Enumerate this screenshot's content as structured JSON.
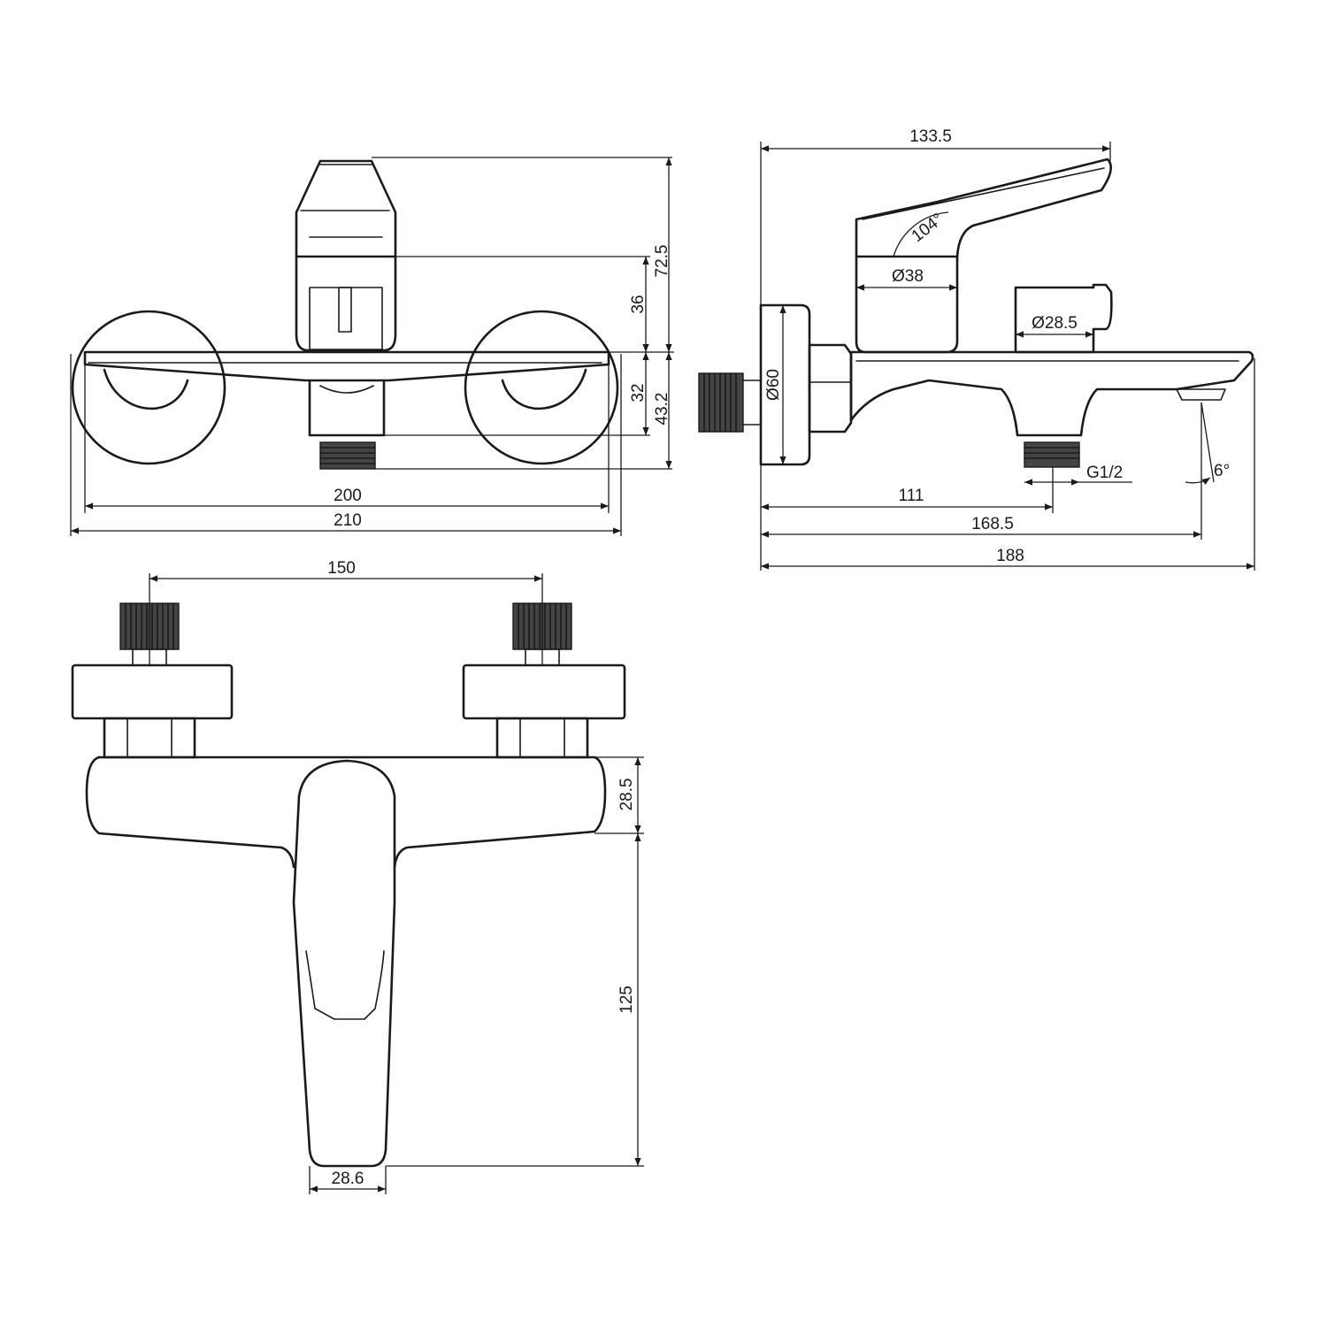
{
  "front_view": {
    "dim_height_total": "72.5",
    "dim_cartridge_height": "36",
    "dim_body_height": "32",
    "dim_lower_height": "43.2",
    "dim_width_200": "200",
    "dim_width_210": "210"
  },
  "side_view": {
    "dim_depth_top": "133.5",
    "dim_angle_handle": "104°",
    "dim_dia_38": "Ø38",
    "dim_dia_28_5": "Ø28.5",
    "dim_dia_60": "Ø60",
    "dim_thread": "G1/2",
    "dim_angle_spout": "6°",
    "dim_111": "111",
    "dim_168_5": "168.5",
    "dim_188": "188"
  },
  "top_view": {
    "dim_centers": "150",
    "dim_body_depth": "28.5",
    "dim_handle_length": "125",
    "dim_handle_width": "28.6"
  }
}
